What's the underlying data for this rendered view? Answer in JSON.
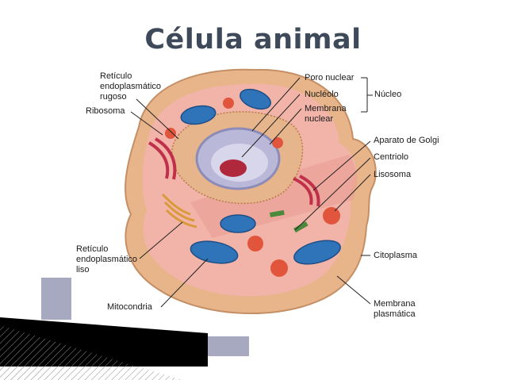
{
  "title": "Célula animal",
  "labels": {
    "reticulo_rugoso": [
      "Retículo",
      "endoplasmático",
      "rugoso"
    ],
    "ribosoma": "Ribosoma",
    "poro_nuclear": "Poro nuclear",
    "nucleolo": "Nucléolo",
    "membrana_nuclear": [
      "Membrana",
      "nuclear"
    ],
    "nucleo": "Núcleo",
    "aparato_golgi": "Aparato de Golgi",
    "centriolo": "Centriolo",
    "lisosoma": "Lisosoma",
    "reticulo_liso": [
      "Retículo",
      "endoplasmático",
      "liso"
    ],
    "citoplasma": "Citoplasma",
    "mitocondria": "Mitocondria",
    "membrana_plasmatica": [
      "Membrana",
      "plasmática"
    ]
  },
  "colors": {
    "title": "#3e4a5a",
    "cell_outer": "#e8b48a",
    "cytoplasm": "#f2b3a8",
    "nucleus": "#b9b8d8",
    "nucleolus": "#b0283c",
    "mitochondria": "#2f73b8",
    "lysosome": "#e0553c",
    "golgi": "#c0304a",
    "deco_gray": "#a7a9c0"
  }
}
